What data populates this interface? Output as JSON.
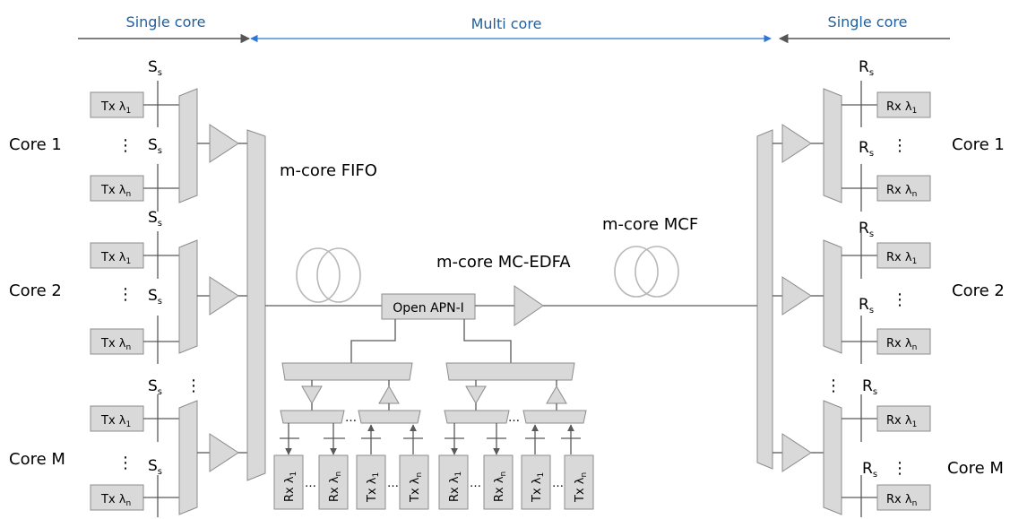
{
  "regions": {
    "left": "Single core",
    "middle": "Multi core",
    "right": "Single core"
  },
  "colors": {
    "region_text": "#1f5f9f",
    "multi_arrow": "#2e75d6",
    "single_arrow": "#555555",
    "component_fill": "#d9d9d9",
    "component_stroke": "#8c8c8c"
  },
  "cores": {
    "core1": "Core 1",
    "core2": "Core 2",
    "coreM": "Core M"
  },
  "labels": {
    "fifo": "m-core FIFO",
    "mcf": "m-core MCF",
    "edfa": "m-core MC-EDFA",
    "apn": "Open APN-I"
  },
  "components": {
    "tx_1": "Tx λ",
    "tx_n": "Tx λ",
    "rx_1": "Rx λ",
    "rx_n": "Rx λ",
    "sub_1": "1",
    "sub_n": "n",
    "s_base": "S",
    "s_sub": "s",
    "r_base": "R",
    "r_sub": "s",
    "vdots": "⋮",
    "hdots": "…"
  }
}
